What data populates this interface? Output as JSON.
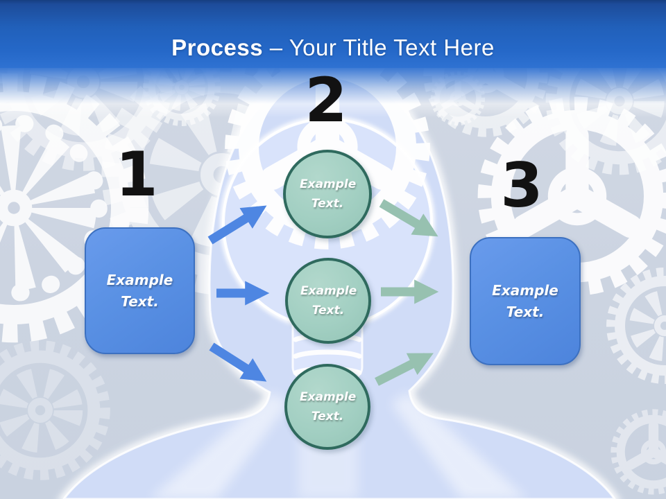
{
  "header": {
    "title_bold": "Process",
    "title_regular": " – Your Title Text Here"
  },
  "diagram": {
    "numbers": [
      "1",
      "2",
      "3"
    ],
    "left_box": {
      "label": "Example Text."
    },
    "right_box": {
      "label": "Example Text."
    },
    "circles": [
      {
        "label": "Example Text."
      },
      {
        "label": "Example Text."
      },
      {
        "label": "Example Text."
      }
    ],
    "colors": {
      "header_top": "#1d4c9a",
      "header_bottom": "#2f72d2",
      "box_fill": "#5a91e4",
      "box_border": "#3c70c0",
      "circle_fill": "#a2cfc2",
      "circle_border": "#2f6a5e",
      "arrow_left": "#4e86e2",
      "arrow_right": "#97c1b0",
      "number": "#121212",
      "background": "#ccd4e1",
      "silhouette": "#d0dcf7"
    }
  }
}
